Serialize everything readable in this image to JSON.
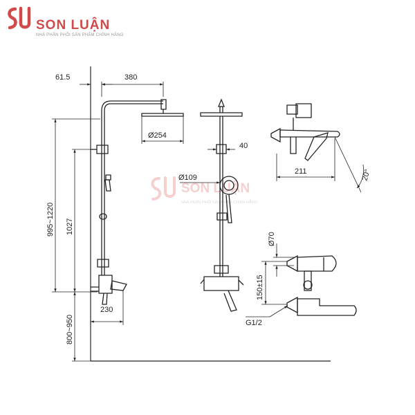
{
  "brand": {
    "name": "SON LUẬN",
    "tagline": "NHÀ PHÂN PHỐI SẢN PHẨM CHÍNH HÃNG",
    "accent": "#d04a4a",
    "accent_light": "#f0c2c2"
  },
  "watermark": {
    "name": "SON LUẬN",
    "tagline": "NHÀ PHÂN PHỐI SẢN PHẨM CHÍNH HÃNG"
  },
  "dimensions": {
    "arm_offset": "61.5",
    "arm_length": "380",
    "rain_head_dia": "Ø254",
    "total_height": "995~1220",
    "bar_height": "1027",
    "mixer_height": "800~950",
    "mixer_depth": "230",
    "head_thickness": "40",
    "hand_shower_dia": "Ø109",
    "spout_length": "211",
    "spout_angle": "20°",
    "escutcheon_dia": "Ø70",
    "inlet_spacing": "150±15",
    "thread": "G1/2"
  }
}
